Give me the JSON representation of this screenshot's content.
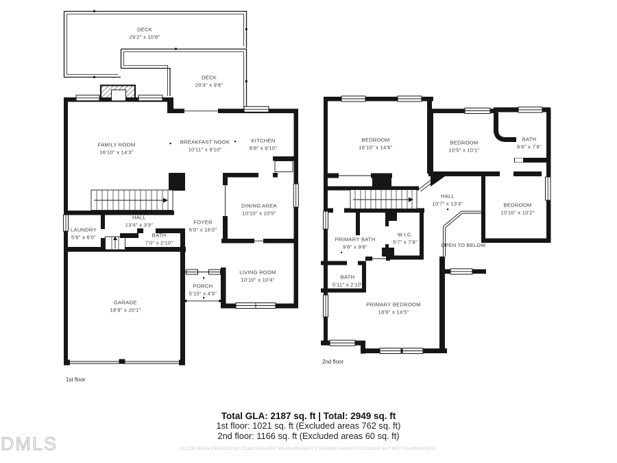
{
  "colors": {
    "wall": "#161616",
    "label_text": "#3c3c3c",
    "footer_text": "#101010",
    "disclaimer_text": "#c9c9c9",
    "watermark_text": "#b9b9b9"
  },
  "floor1": {
    "tag": "1st floor",
    "rooms": {
      "deck_upper": {
        "name": "DECK",
        "dims": "29'2\" x 10'8\""
      },
      "deck_lower": {
        "name": "DECK",
        "dims": "20'4\" x 9'8\""
      },
      "family_room": {
        "name": "FAMILY ROOM",
        "dims": "16'10\" x 14'3\""
      },
      "breakfast_nook": {
        "name": "BREAKFAST NOOK",
        "dims": "10'11\" x 9'10\""
      },
      "kitchen": {
        "name": "KITCHEN",
        "dims": "8'8\" x 9'10\""
      },
      "dining_area": {
        "name": "DINING AREA",
        "dims": "10'10\" x 10'5\""
      },
      "hall": {
        "name": "HALL",
        "dims": "13'4\" x 3'9\""
      },
      "laundry": {
        "name": "LAUNDRY",
        "dims": "5'6\" x 6'0\""
      },
      "bath": {
        "name": "BATH",
        "dims": "7'0\" x 2'10\""
      },
      "foyer": {
        "name": "FOYER",
        "dims": "6'0\" x 16'0\""
      },
      "living_room": {
        "name": "LIVING ROOM",
        "dims": "10'10\" x 10'4\""
      },
      "porch": {
        "name": "PORCH",
        "dims": "5'10\" x 4'9\""
      },
      "garage": {
        "name": "GARAGE",
        "dims": "18'9\" x 20'1\""
      }
    }
  },
  "floor2": {
    "tag": "2nd floor",
    "rooms": {
      "bedroom_left": {
        "name": "BEDROOM",
        "dims": "16'10\" x 14'6\""
      },
      "bedroom_mid": {
        "name": "BEDROOM",
        "dims": "10'5\" x 10'1\""
      },
      "bath_top": {
        "name": "BATH",
        "dims": "8'6\" x 7'8\""
      },
      "hall": {
        "name": "HALL",
        "dims": "10'7\" x 13'4\""
      },
      "bedroom_right": {
        "name": "BEDROOM",
        "dims": "10'10\" x 10'2\""
      },
      "primary_bath": {
        "name": "PRIMARY BATH",
        "dims": "9'6\" x 9'8\""
      },
      "wic": {
        "name": "W.I.C.",
        "dims": "5'7\" x 7'8\""
      },
      "open_to_below": {
        "name": "OPEN TO BELOW"
      },
      "bath_small": {
        "name": "BATH",
        "dims": "5'11\" x 2'10\""
      },
      "primary_bedroom": {
        "name": "PRIMARY BEDROOM",
        "dims": "18'9\" x 14'5\""
      }
    }
  },
  "footer": {
    "total_line": "Total GLA: 2187 sq. ft | Total: 2949 sq. ft",
    "floor1_line": "1st floor: 1021 sq. ft (Excluded areas 762 sq. ft)",
    "floor2_line": "2nd floor: 1166 sq. ft (Excluded areas 60 sq. ft)",
    "disclaimer": "FLOOR PLAN CREATED BY CUBICASA APP. MEASUREMENTS DEEMED HIGHLY RELIABLE BUT NOT GUARANTEED.",
    "watermark": "DMLS"
  }
}
